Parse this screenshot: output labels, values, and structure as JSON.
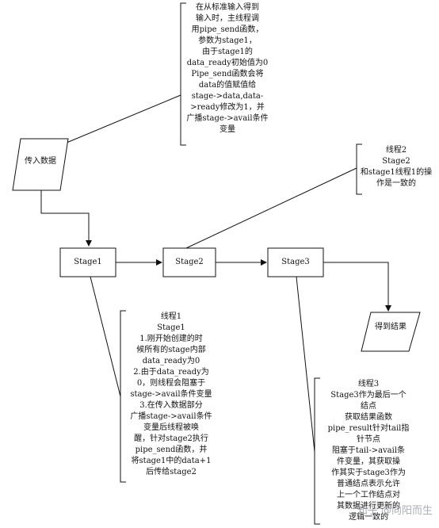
{
  "nodes": {
    "input": "传入数据",
    "stage1": "Stage1",
    "stage2": "Stage2",
    "stage3": "Stage3",
    "result": "得到结果"
  },
  "notes": {
    "main": [
      "在从标准输入得到",
      "输入时，主线程调",
      "用pipe_send函数，",
      "参数为stage1，",
      "由于stage1的",
      "data_ready初始值为0",
      "Pipe_send函数会将",
      "data的值赋值给",
      "stage->data,data-",
      ">ready修改为1，并",
      "广播stage->avail条件",
      "变量"
    ],
    "thread2": [
      "线程2",
      "Stage2",
      "和stage1线程1的操",
      "作是一致的"
    ],
    "thread1": [
      "线程1",
      "Stage1",
      "1.刚开始创建的时",
      "候所有的stage内部",
      "data_ready为0",
      "2.由于data_ready为",
      "0，则线程会阻塞于",
      "stage->avail条件变量",
      "3.在传入数据部分",
      "广播stage->avail条件",
      "变量后线程被唤",
      "醒，针对stage2执行",
      "pipe_send函数，并",
      "将stage1中的data+1",
      "后传给stage2"
    ],
    "thread3": [
      "线程3",
      "Stage3作为最后一个",
      "结点",
      "获取结果函数",
      "pipe_result针对tail指",
      "针节点",
      "阻塞于tail->avail条",
      "件变量，其获取操",
      "作其实于stage3作为",
      "普通结点表示允许",
      "上一个工作结点对",
      "其数据进行更新的",
      "逻辑一致的"
    ]
  },
  "watermark": "知乎 @向阳而生"
}
